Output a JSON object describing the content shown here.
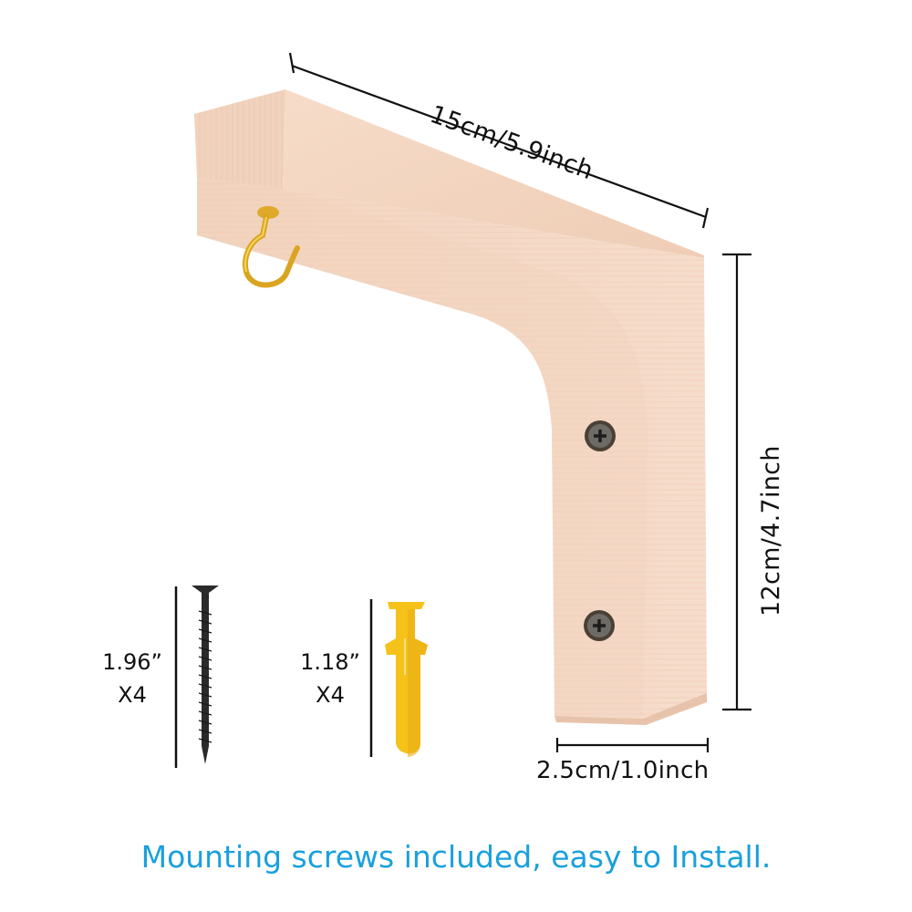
{
  "product": {
    "name": "Wooden L-shaped shelf bracket with hook",
    "wood_color": "#f2d2bd",
    "hook_color": "#d9a520"
  },
  "dimensions": {
    "length": "15cm/5.9inch",
    "height": "12cm/4.7inch",
    "width": "2.5cm/1.0inch"
  },
  "accessories": [
    {
      "name": "screw",
      "size": "1.96”",
      "qty": "X4",
      "color": "#2a2a2a"
    },
    {
      "name": "wall-anchor",
      "size": "1.18”",
      "qty": "X4",
      "color": "#f5c21a"
    }
  ],
  "caption": {
    "text": "Mounting screws included, easy to Install.",
    "color": "#1aa0dc"
  }
}
